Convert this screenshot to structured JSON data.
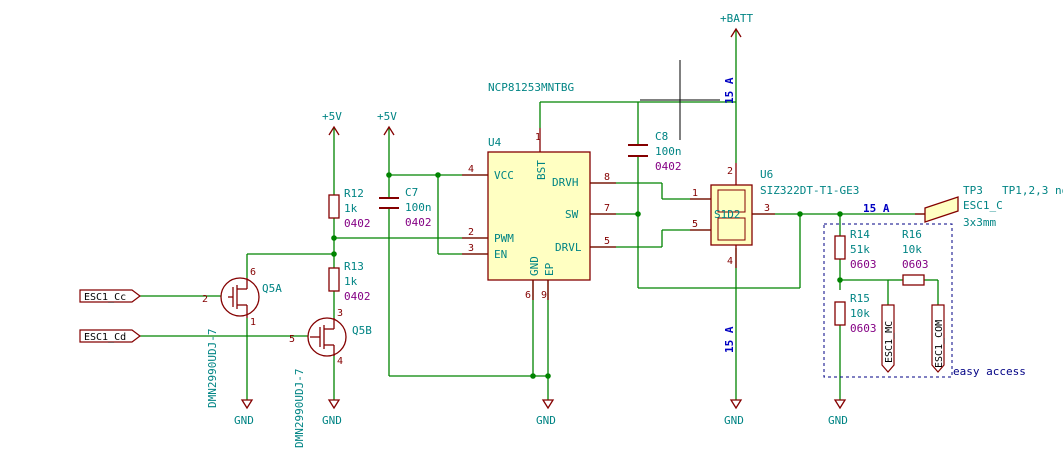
{
  "power": {
    "vbatt": "+BATT",
    "v5_left": "+5V",
    "v5_right": "+5V",
    "gnd": "GND"
  },
  "u4": {
    "ref": "U4",
    "value": "NCP81253MNTBG",
    "pins": {
      "vcc": "VCC",
      "bst": "BST",
      "drvh": "DRVH",
      "sw": "SW",
      "pwm": "PWM",
      "en": "EN",
      "drvl": "DRVL",
      "gnd": "GND",
      "ep": "EP"
    },
    "pin_numbers": {
      "vcc": "4",
      "bst": "1",
      "drvh": "8",
      "sw": "7",
      "pwm": "2",
      "en": "3",
      "drvl": "5",
      "gnd": "6",
      "ep": "9"
    }
  },
  "u6": {
    "ref": "U6",
    "value": "SIZ322DT-T1-GE3",
    "pin_numbers": {
      "g1": "1",
      "g2": "5",
      "out": "3",
      "top": "2",
      "bottom": "4"
    },
    "inner": "S1D2"
  },
  "r12": {
    "ref": "R12",
    "value": "1k",
    "fp": "0402"
  },
  "r13": {
    "ref": "R13",
    "value": "1k",
    "fp": "0402"
  },
  "r14": {
    "ref": "R14",
    "value": "51k",
    "fp": "0603"
  },
  "r15": {
    "ref": "R15",
    "value": "10k",
    "fp": "0603"
  },
  "r16": {
    "ref": "R16",
    "value": "10k",
    "fp": "0603"
  },
  "c7": {
    "ref": "C7",
    "value": "100n",
    "fp": "0402"
  },
  "c8": {
    "ref": "C8",
    "value": "100n",
    "fp": "0402"
  },
  "q5a": {
    "ref": "Q5A",
    "part": "DMN2990UDJ-7",
    "pins": {
      "g": "2",
      "d": "6",
      "s": "1"
    }
  },
  "q5b": {
    "ref": "Q5B",
    "part": "DMN2990UDJ-7",
    "pins": {
      "g": "5",
      "d": "3",
      "s": "4"
    }
  },
  "tp3": {
    "ref": "TP3",
    "note": "TP1,2,3 no",
    "net": "ESC1_C",
    "size": "3x3mm"
  },
  "labels": {
    "cc": "ESC1_Cc",
    "cd": "ESC1_Cd",
    "mc": "ESC1_MC",
    "com": "ESC1_COM",
    "easy": "easy access"
  },
  "currents": {
    "top": "15 A",
    "right": "15 A",
    "bottom": "15 A"
  },
  "colors": {
    "wire": "#008400",
    "component": "#840000",
    "body": "#ffffc2",
    "refdes": "#008484",
    "footprint": "#840084",
    "current": "#0000c2"
  }
}
